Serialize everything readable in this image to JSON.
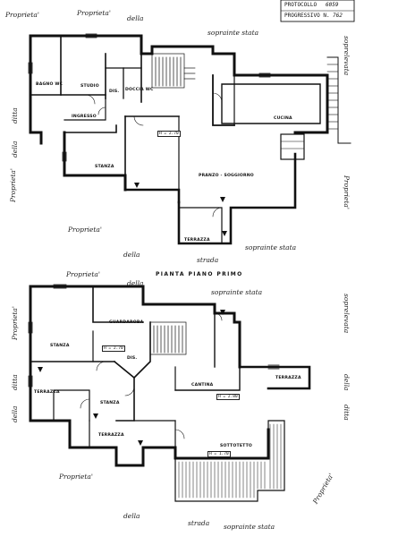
{
  "stamp": {
    "protocol_label": "PROTOCOLLO",
    "protocol_value": "6059",
    "progressive_label": "PROGRESSIVO N.",
    "progressive_value": "762"
  },
  "upper": {
    "rooms": {
      "bagno": "BAGNO WC",
      "studio": "STUDIO",
      "dis": "DIS.",
      "doccia": "DOCCIA WC",
      "ingresso": "INGRESSO",
      "stanza": "STANZA",
      "cucina": "CUCINA",
      "pranzo": "PRANZO - SOGGIORNO",
      "terrazza": "TERRAZZA"
    },
    "height": "H = 2.70"
  },
  "lower": {
    "title": "PIANTA PIANO PRIMO",
    "rooms": {
      "stanza": "STANZA",
      "guardaroba": "GUARDAROBA",
      "dis": "DIS.",
      "stanza2": "STANZA",
      "cantina": "CANTINA",
      "terrazza_left": "TERRAZZA",
      "terrazza_right": "TERRAZZA",
      "terrazza_bottom": "TERRAZZA",
      "sottotetto": "SOTTOTETTO"
    },
    "height1": "H = 2.70",
    "height2": "H = 2.80",
    "height3": "H = 1.70"
  },
  "handwriting": {
    "proprieta": "Proprieta'",
    "della": "della",
    "strada": "strada",
    "sopraelevata": "soprelevata",
    "soprainte_stata": "soprainte stata",
    "ditta": "ditta"
  }
}
